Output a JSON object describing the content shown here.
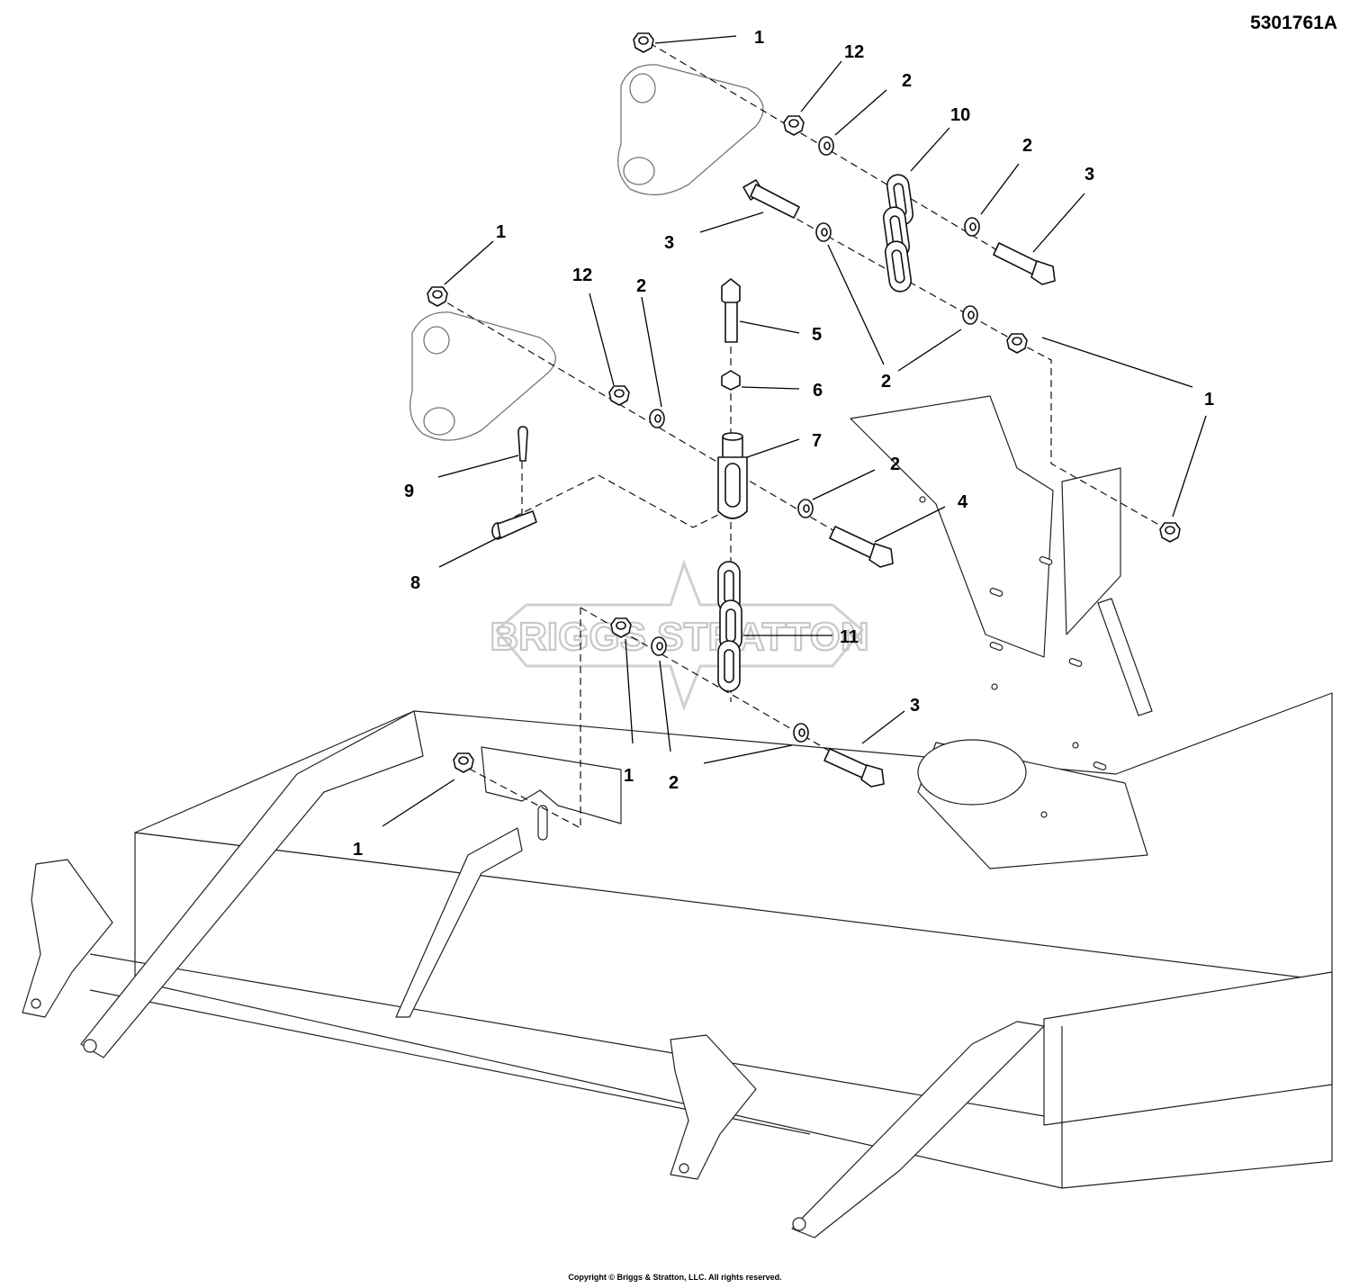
{
  "drawing_number": "5301761A",
  "copyright": "Copyright © Briggs & Stratton, LLC. All rights reserved.",
  "watermark": {
    "brand": "BRIGGS & STRATTON",
    "display": "BRIGGS STRATTON",
    "color": "#c8c8c8"
  },
  "callouts": [
    {
      "id": "c1a",
      "label": "1"
    },
    {
      "id": "c12a",
      "label": "12"
    },
    {
      "id": "c2a",
      "label": "2"
    },
    {
      "id": "c10",
      "label": "10"
    },
    {
      "id": "c2b",
      "label": "2"
    },
    {
      "id": "c3a",
      "label": "3"
    },
    {
      "id": "c3b",
      "label": "3"
    },
    {
      "id": "c1b",
      "label": "1"
    },
    {
      "id": "c12b",
      "label": "12"
    },
    {
      "id": "c2c",
      "label": "2"
    },
    {
      "id": "c5",
      "label": "5"
    },
    {
      "id": "c6",
      "label": "6"
    },
    {
      "id": "c2d",
      "label": "2"
    },
    {
      "id": "c1c",
      "label": "1"
    },
    {
      "id": "c7",
      "label": "7"
    },
    {
      "id": "c2e",
      "label": "2"
    },
    {
      "id": "c9",
      "label": "9"
    },
    {
      "id": "c4",
      "label": "4"
    },
    {
      "id": "c8",
      "label": "8"
    },
    {
      "id": "c11",
      "label": "11"
    },
    {
      "id": "c3c",
      "label": "3"
    },
    {
      "id": "c1d",
      "label": "1"
    },
    {
      "id": "c2f",
      "label": "2"
    },
    {
      "id": "c1e",
      "label": "1"
    }
  ]
}
